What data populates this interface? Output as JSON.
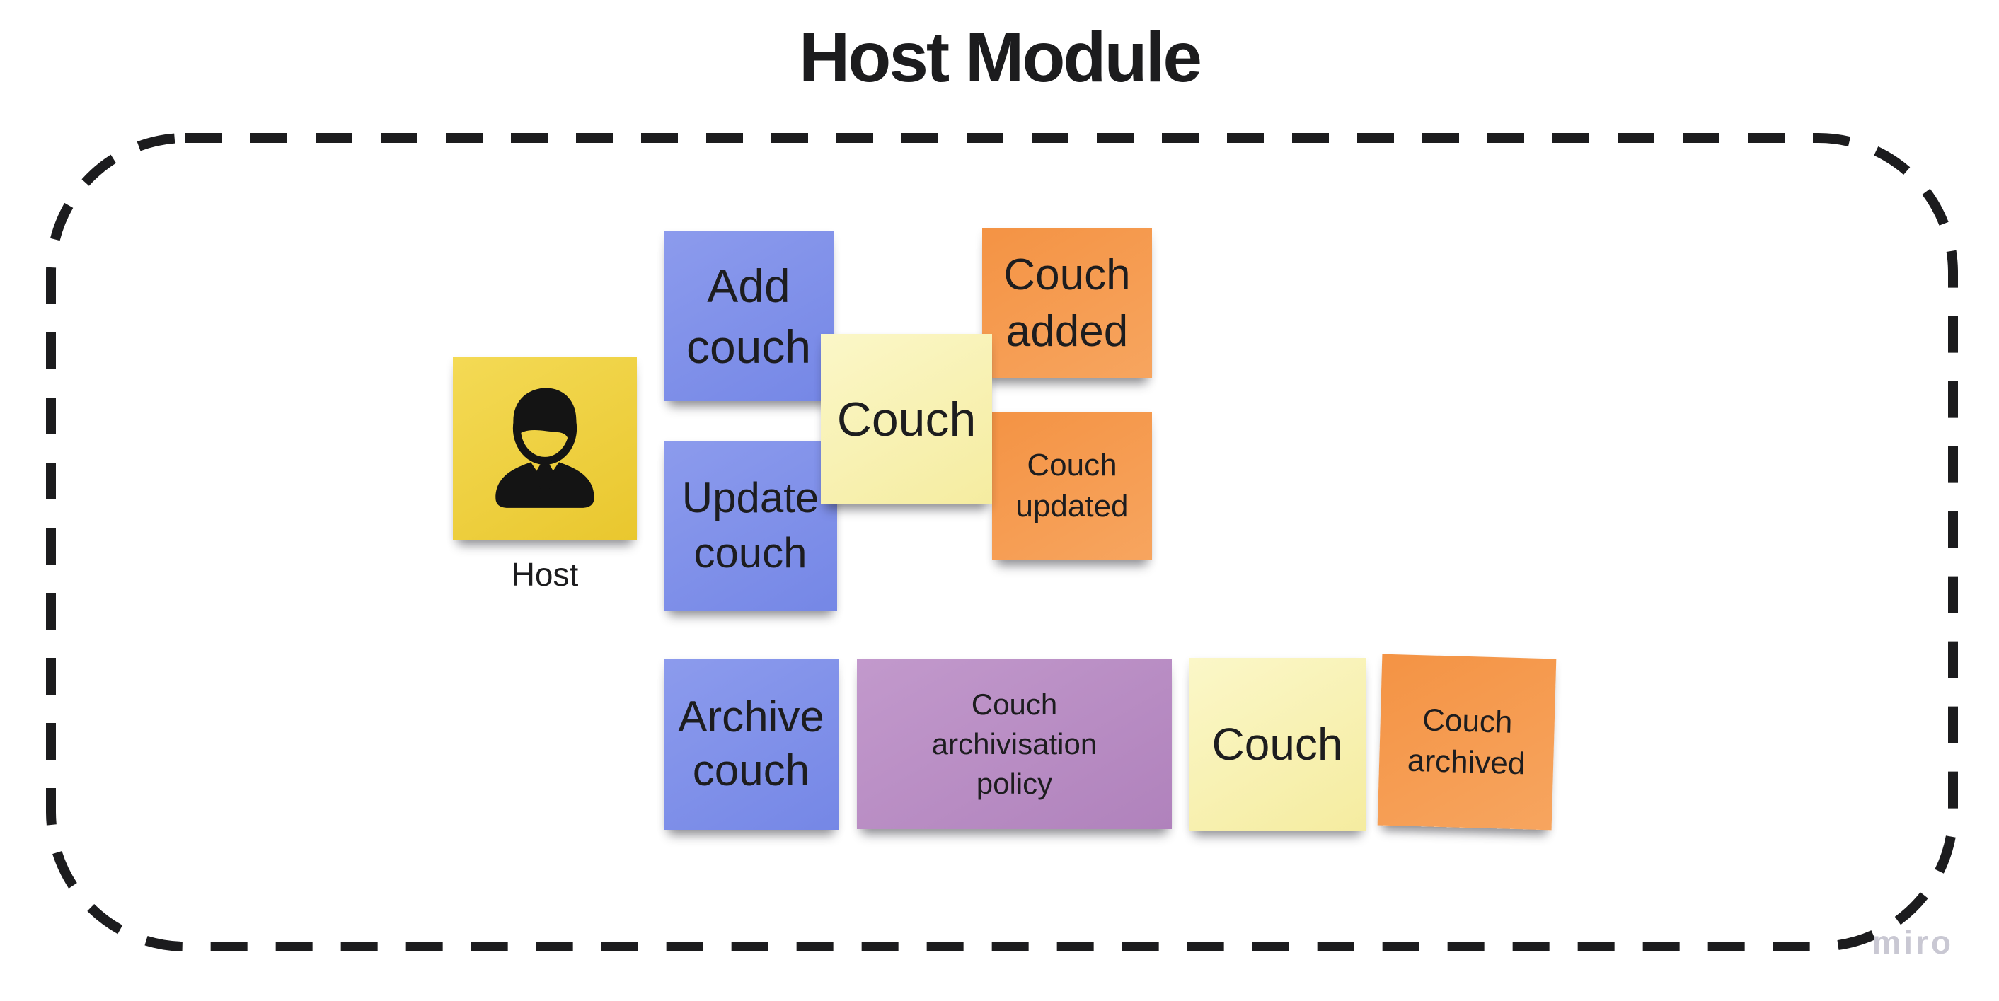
{
  "title": "Host Module",
  "watermark": "miro",
  "frame": {
    "style": "dashed-rounded-rectangle",
    "color": "#1c1c1e"
  },
  "palette": {
    "command_blue": "#7d8fe9",
    "event_orange": "#f49b51",
    "entity_yellow": "#f8f1ae",
    "policy_purple": "#b98ec5",
    "actor_yellow": "#efce38",
    "text": "#1d1d1f",
    "watermark_gray": "#c9c8d3"
  },
  "actor": {
    "label": "Host",
    "icon": "businessman-icon"
  },
  "stickies": {
    "add_couch": {
      "text": "Add couch",
      "color": "blue"
    },
    "couch_entity_top": {
      "text": "Couch",
      "color": "yellow"
    },
    "couch_added": {
      "text": "Couch added",
      "color": "orange"
    },
    "update_couch": {
      "text": "Update couch",
      "color": "blue"
    },
    "couch_updated": {
      "text": "Couch updated",
      "color": "orange"
    },
    "archive_couch": {
      "text": "Archive couch",
      "color": "blue"
    },
    "archivisation_policy": {
      "text": "Couch archivisation policy",
      "color": "purple"
    },
    "couch_entity_bottom": {
      "text": "Couch",
      "color": "yellow"
    },
    "couch_archived": {
      "text": "Couch archived",
      "color": "orange"
    }
  }
}
